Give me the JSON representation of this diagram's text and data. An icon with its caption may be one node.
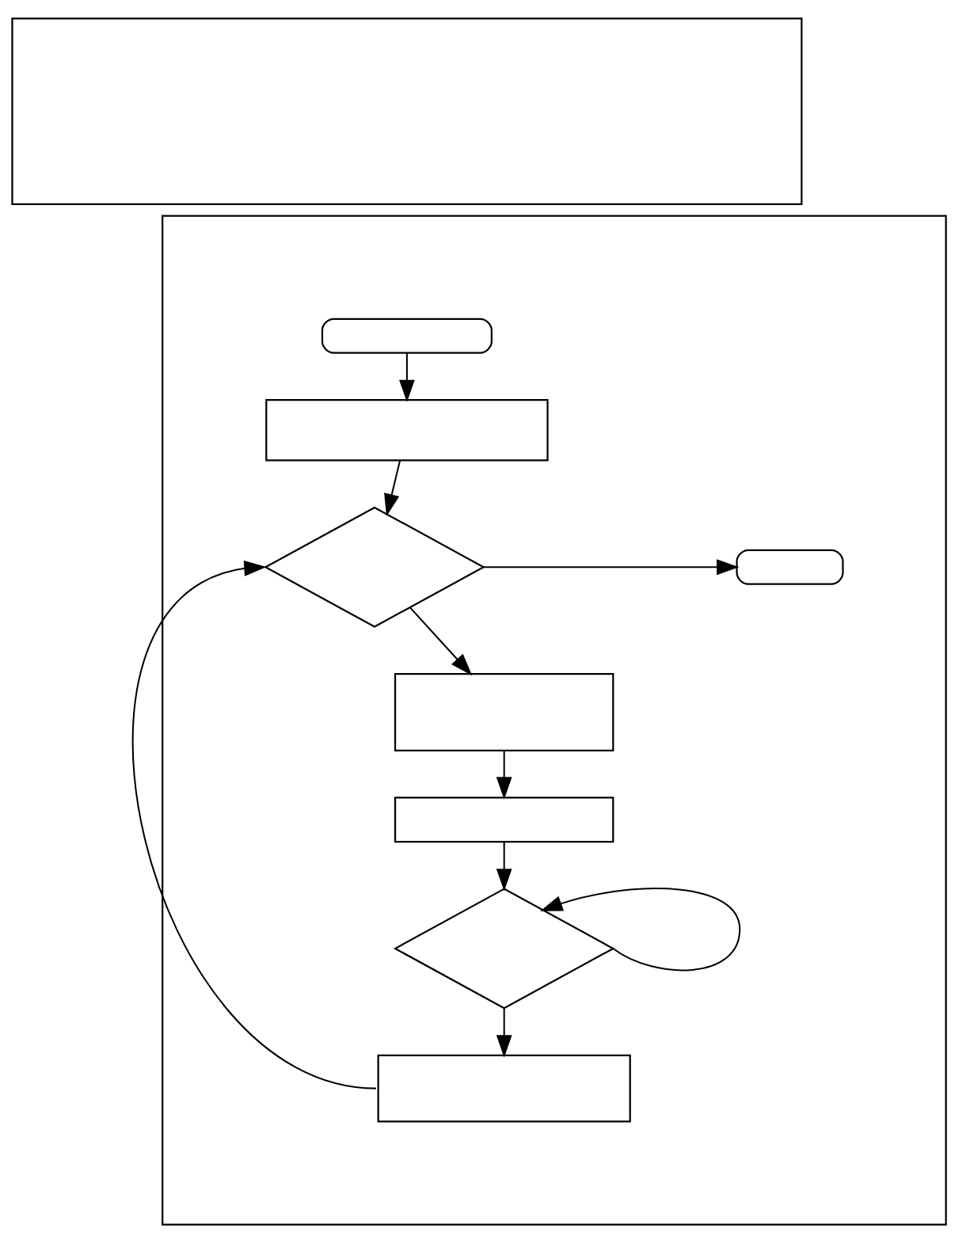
{
  "diagram": {
    "nodes": [
      {
        "text": [],
        "shape": "box"
      },
      {
        "text": [],
        "shape": "box"
      },
      {
        "text": [],
        "shape": "capsule",
        "in": 1
      },
      {
        "text": [],
        "shape": "box",
        "in": 1
      },
      {
        "text": [],
        "shape": "diamond",
        "in": 1
      },
      {
        "text": [],
        "shape": "capsule",
        "in": 1
      },
      {
        "text": [],
        "shape": "box",
        "in": 1
      },
      {
        "text": [],
        "shape": "box",
        "in": 1
      },
      {
        "text": [],
        "shape": "diamond",
        "in": 1
      },
      {
        "text": [],
        "shape": "box",
        "in": 1
      }
    ],
    "edges": [
      {
        "from": 2,
        "to": 3,
        "arrow": "to"
      },
      {
        "from": 3,
        "to": 4,
        "arrow": "to"
      },
      {
        "from": 4,
        "to": 5,
        "arrow": "to"
      },
      {
        "from": 4,
        "to": 6,
        "arrow": "to"
      },
      {
        "from": 6,
        "to": 7,
        "arrow": "to"
      },
      {
        "from": 7,
        "to": 8,
        "arrow": "to"
      },
      {
        "from": 8,
        "to": 8,
        "arrow": "to"
      },
      {
        "from": 8,
        "to": 9,
        "arrow": "to"
      },
      {
        "from": 9,
        "to": 4,
        "arrow": "to"
      }
    ]
  }
}
